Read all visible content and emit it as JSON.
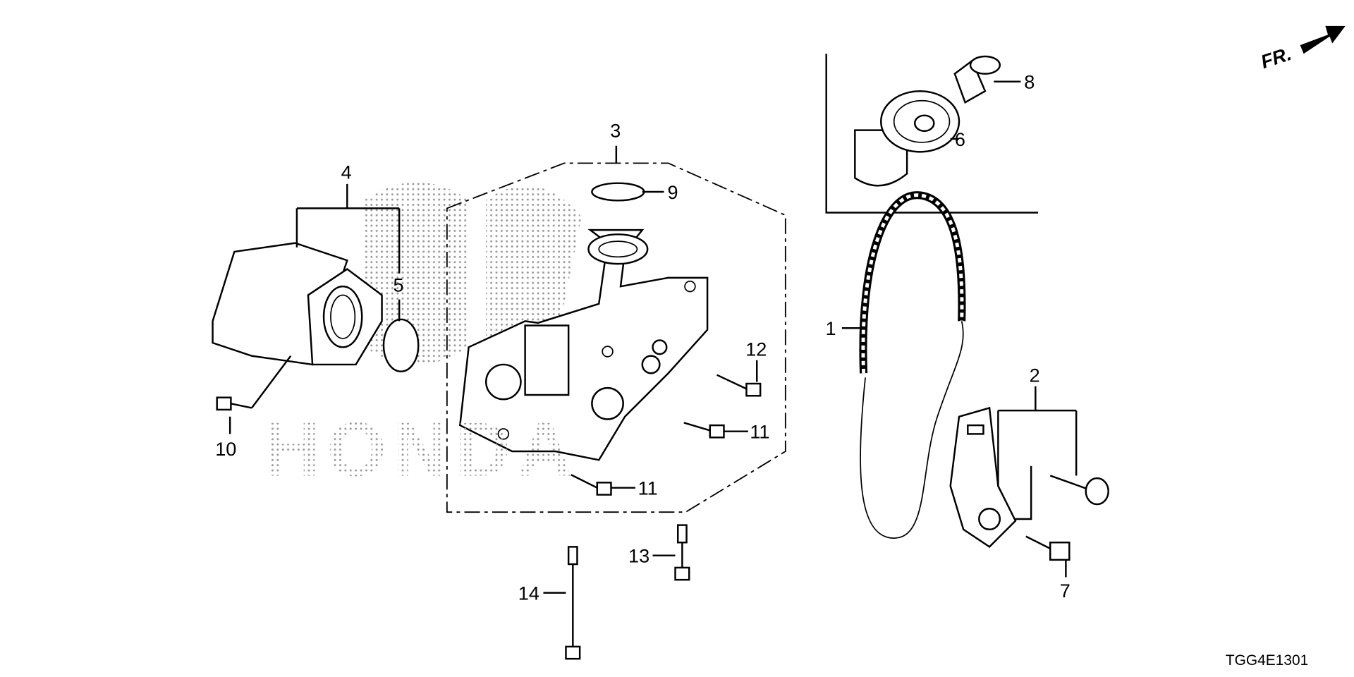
{
  "diagram": {
    "code": "TGG4E1301",
    "direction_label": "FR.",
    "watermark": "HONDA",
    "callouts": [
      {
        "id": "1",
        "label": "1"
      },
      {
        "id": "2",
        "label": "2"
      },
      {
        "id": "3",
        "label": "3"
      },
      {
        "id": "4",
        "label": "4"
      },
      {
        "id": "5",
        "label": "5"
      },
      {
        "id": "6",
        "label": "6"
      },
      {
        "id": "7",
        "label": "7"
      },
      {
        "id": "8",
        "label": "8"
      },
      {
        "id": "9",
        "label": "9"
      },
      {
        "id": "10",
        "label": "10"
      },
      {
        "id": "11a",
        "label": "11"
      },
      {
        "id": "11b",
        "label": "11"
      },
      {
        "id": "12",
        "label": "12"
      },
      {
        "id": "13",
        "label": "13"
      },
      {
        "id": "14",
        "label": "14"
      }
    ]
  }
}
